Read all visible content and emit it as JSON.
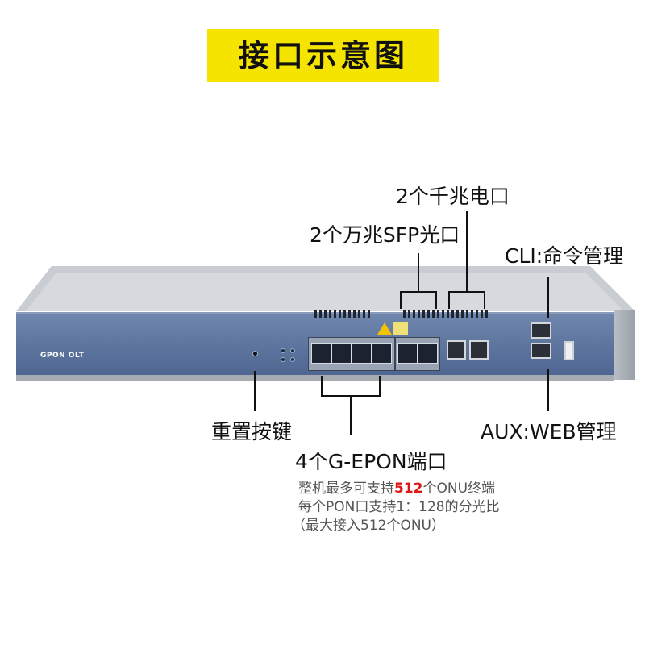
{
  "title": "接口示意图",
  "device": {
    "brand": "GPON OLT"
  },
  "labels": {
    "gigabit_ports": "2个千兆电口",
    "sfp_10g_ports": "2个万兆SFP光口",
    "cli": "CLI:命令管理",
    "reset": "重置按键",
    "aux": "AUX:WEB管理",
    "epon_ports": "4个G-EPON端口"
  },
  "notes": {
    "line1_prefix": "整机最多可支持",
    "line1_value": "512",
    "line1_suffix": "个ONU终端",
    "line2": "每个PON口支持1：128的分光比",
    "line3": "（最大接入512个ONU）"
  },
  "colors": {
    "title_bg": "#f5e400",
    "highlight": "#e01616",
    "panel": "#5a72a0"
  }
}
